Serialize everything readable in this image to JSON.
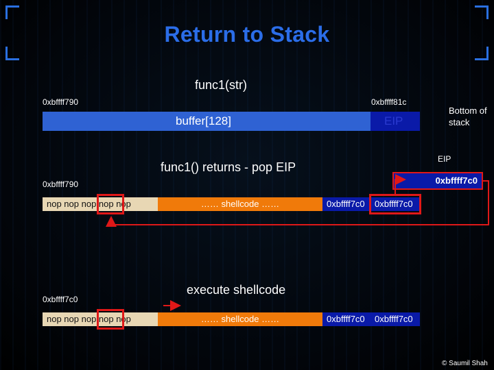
{
  "slide": {
    "title": "Return to Stack",
    "call_label": "func1(str)",
    "copyright": "© Saumil Shah"
  },
  "stack_frame": {
    "addr_start": "0xbffff790",
    "addr_end": "0xbffff81c",
    "buffer_label": "buffer[128]",
    "eip_label": "EIP",
    "bottom_label": "Bottom of stack"
  },
  "return_step": {
    "caption": "func1() returns - pop EIP",
    "eip_reg_label": "EIP",
    "eip_value": "0xbffff7c0",
    "addr": "0xbffff790",
    "cells": [
      "nop nop nop nop nop",
      "…… shellcode ……",
      "0xbffff7c0",
      "0xbffff7c0"
    ]
  },
  "execute_step": {
    "caption": "execute shellcode",
    "addr": "0xbffff7c0",
    "cells": [
      "nop nop nop nop nop",
      "…… shellcode ……",
      "0xbffff7c0",
      "0xbffff7c0"
    ]
  },
  "colors": {
    "title": "#2b6de8",
    "buffer": "#2f62d3",
    "eip": "#0a1aa8",
    "nop": "#e8d7b4",
    "shellcode": "#f07a0a",
    "highlight": "#e01818"
  }
}
